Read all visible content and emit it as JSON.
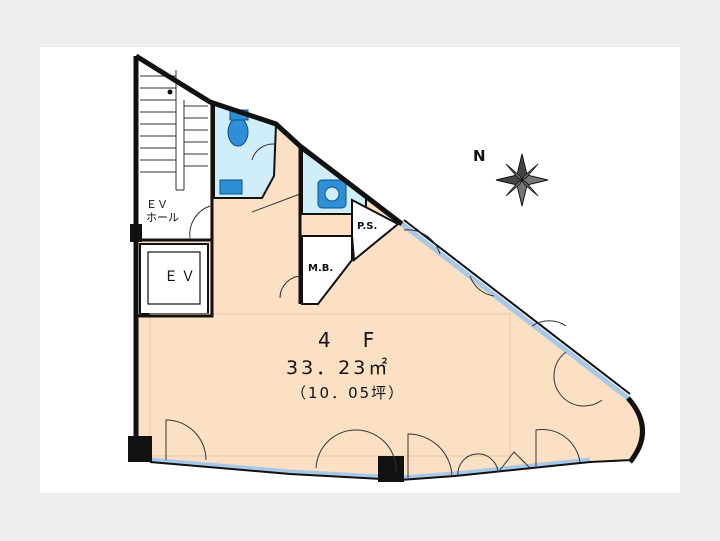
{
  "floor": {
    "number": "4　F",
    "area": "33．23㎡",
    "tsubo": "（10．05坪）"
  },
  "rooms": {
    "ev_hall": "ＥＶ\nホール",
    "elevator": "ＥＶ",
    "mb": "M.B.",
    "ps": "P.S."
  },
  "compass": {
    "north": "N"
  },
  "colors": {
    "floor_fill": "#fce0c4",
    "wet_area": "#cfeefa",
    "fixture_blue": "#2e8fd6",
    "wall": "#111111",
    "window": "#a9c8e8",
    "page_background": "#ededed"
  }
}
